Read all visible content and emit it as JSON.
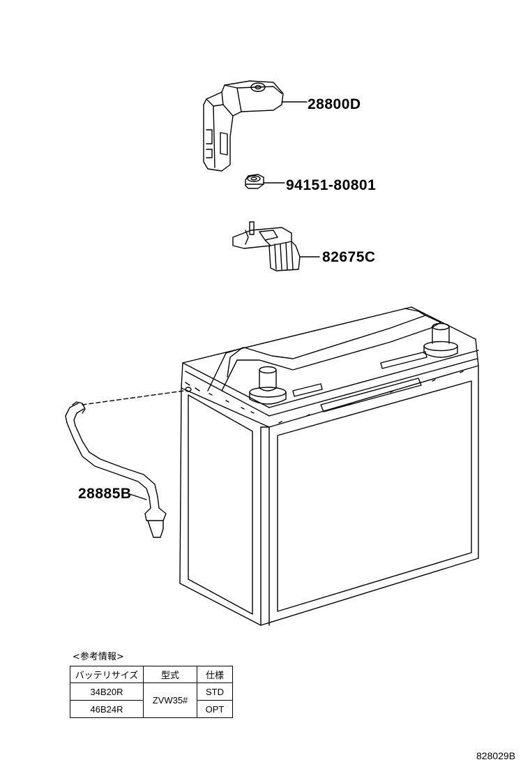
{
  "parts": [
    {
      "number": "28800D",
      "name": "battery-terminal-cover"
    },
    {
      "number": "94151-80801",
      "name": "nut"
    },
    {
      "number": "82675C",
      "name": "battery-terminal-connector"
    },
    {
      "number": "28885B",
      "name": "battery-vent-hose"
    }
  ],
  "reference": {
    "title": "<参考情報>",
    "headers": [
      "バッテリサイズ",
      "型式",
      "仕様"
    ],
    "rows": [
      {
        "size": "34B20R",
        "model": "ZVW35#",
        "spec": "STD"
      },
      {
        "size": "46B24R",
        "model": "ZVW35#",
        "spec": "OPT"
      }
    ]
  },
  "diagram_code": "828029B",
  "colors": {
    "line": "#000000",
    "background": "#ffffff"
  }
}
